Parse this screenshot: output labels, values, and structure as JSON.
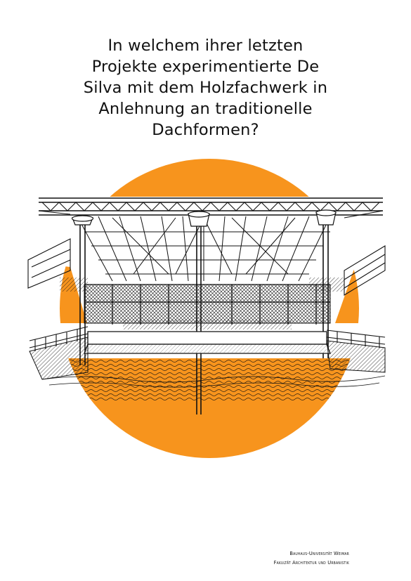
{
  "question": {
    "lines": [
      "In welchem ihrer letzten",
      "Projekte experimentierte De",
      "Silva mit dem Holzfachwerk in",
      "Anlehnung an traditionelle",
      "Dachformen?"
    ]
  },
  "footer": {
    "university": "Bauhaus-Universität Weimar",
    "faculty": "Fakultät Architektur und Urbanistik"
  },
  "colors": {
    "accent": "#F7941D",
    "ink": "#111111",
    "background": "#FFFFFF"
  },
  "icons": {
    "illustration": "architectural-sketch-icon"
  }
}
